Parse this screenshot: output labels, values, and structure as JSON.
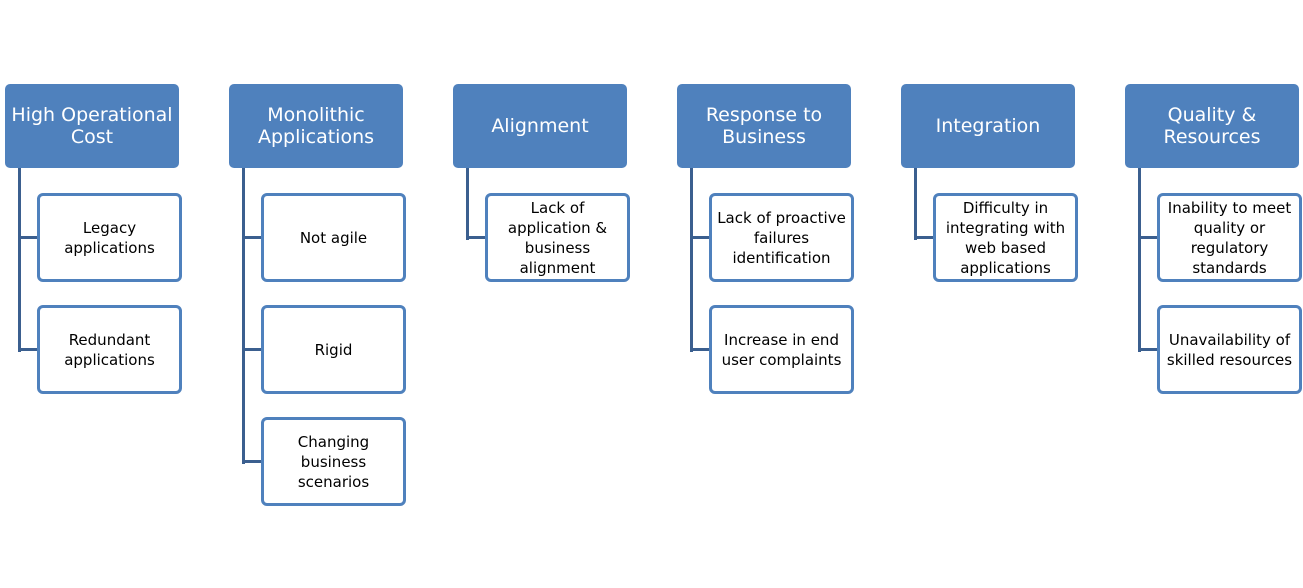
{
  "colors": {
    "header_fill": "#4f81bd",
    "header_text": "#ffffff",
    "child_border": "#4f81bd",
    "connector": "#3b5f8f"
  },
  "columns": [
    {
      "header": "High Operational\nCost",
      "children": [
        "Legacy\napplications",
        "Redundant\napplications"
      ]
    },
    {
      "header": "Monolithic\nApplications",
      "children": [
        "Not agile",
        "Rigid",
        "Changing\nbusiness\nscenarios"
      ]
    },
    {
      "header": "Alignment",
      "children": [
        "Lack of\napplication  &\nbusiness\nalignment"
      ]
    },
    {
      "header": "Response to\nBusiness",
      "children": [
        "Lack of proactive\nfailures\nidentification",
        "Increase in end\nuser complaints"
      ]
    },
    {
      "header": "Integration",
      "children": [
        "Difficulty in\nintegrating with\nweb based\napplications"
      ]
    },
    {
      "header": "Quality &\nResources",
      "children": [
        "Inability to meet\nquality or\nregulatory\nstandards",
        "Unavailability of\nskilled resources"
      ]
    }
  ]
}
